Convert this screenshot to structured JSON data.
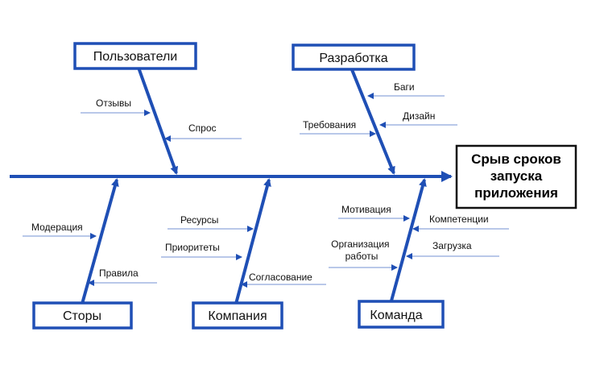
{
  "effect": {
    "lines": [
      "Срыв сроков",
      "запуска",
      "приложения"
    ]
  },
  "categories": {
    "users": {
      "label": "Пользователи",
      "causes": [
        "Отзывы",
        "Спрос"
      ]
    },
    "development": {
      "label": "Разработка",
      "causes": [
        "Баги",
        "Дизайн",
        "Требования"
      ]
    },
    "stores": {
      "label": "Сторы",
      "causes": [
        "Модерация",
        "Правила"
      ]
    },
    "company": {
      "label": "Компания",
      "causes": [
        "Ресурсы",
        "Приоритеты",
        "Согласование"
      ]
    },
    "team": {
      "label": "Команда",
      "causes": [
        "Мотивация",
        "Компетенции",
        "Организация работы",
        "Загрузка"
      ]
    }
  },
  "colors": {
    "bone": "#1f4fb5",
    "cause_line": "#8fa8dc",
    "effect_border": "#111111"
  }
}
